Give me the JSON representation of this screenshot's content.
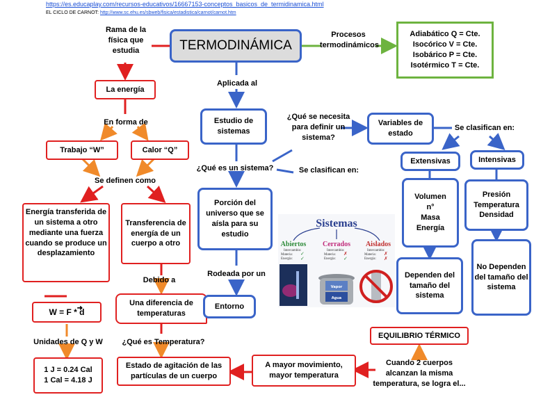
{
  "header": {
    "link1": "https://es.educaplay.com/recursos-educativos/16667153-conceptos_basicos_de_termidinamica.html",
    "link2_prefix": "EL CICLO DE CARNOT:",
    "link2_url": "http://www.sc.ehu.es/sbweb/fisica/estadistica/carnot/carnot.htm"
  },
  "title": "TERMODINÁMICA",
  "rama_label": "Rama de la física que estudia",
  "procesos_label": "Procesos termodinámicos",
  "procesos": [
    "Adiabático Q = Cte.",
    "Isocórico V = Cte.",
    "Isobárico P = Cte.",
    "Isotérmico T = Cte."
  ],
  "la_energia": "La energía",
  "en_forma_de": "En forma de",
  "trabajo": "Trabajo “W”",
  "calor": "Calor “Q”",
  "se_definen_como": "Se definen como",
  "def_trabajo": "Energía transferida de un sistema a otro mediante una fuerza cuando se produce un desplazamiento",
  "def_calor": "Transferencia de energía de un cuerpo a otro",
  "debido_a": "Debido a",
  "formula": "W = F * d",
  "una_diferencia": "Una diferencia de temperaturas",
  "unidades_label": "Unidades de Q y W",
  "unidades": [
    "1 J = 0.24 Cal",
    "1 Cal = 4.18 J"
  ],
  "que_es_temperatura": "¿Qué es Temperatura?",
  "estado_agitacion": "Estado de agitación de las partículas de un cuerpo",
  "mayor_movimiento": "A mayor movimiento, mayor temperatura",
  "cuando_2_cuerpos": "Cuando 2 cuerpos alcanzan la misma temperatura, se logra el...",
  "equilibrio": "EQUILIBRIO TÉRMICO",
  "aplicada_al": "Aplicada al",
  "estudio_sistemas": "Estudio de sistemas",
  "que_es_sistema": "¿Qué es un sistema?",
  "porcion": "Porción del universo que se aísla para su estudio",
  "rodeada_por": "Rodeada por un",
  "entorno": "Entorno",
  "que_se_necesita": "¿Qué se necesita para definir un sistema?",
  "se_clasifican_en_sist": "Se clasifican en:",
  "variables_estado": "Variables de estado",
  "se_clasifican_en_var": "Se clasifican en:",
  "extensivas": "Extensivas",
  "intensivas": "Intensivas",
  "ext_items": [
    "Volumen",
    "n°",
    "Masa",
    "Energía"
  ],
  "int_items": [
    "Presión",
    "Temperatura",
    "Densidad"
  ],
  "dependen": "Dependen del tamaño del sistema",
  "no_dependen": "No Dependen del tamaño del sistema",
  "sistemas_image": {
    "title": "Sistemas",
    "cols": [
      {
        "name": "Abiertos",
        "rows": [
          "Intercambio:",
          "Materia:",
          "Energía:"
        ],
        "marks": [
          "✓",
          "✓"
        ]
      },
      {
        "name": "Cerrados",
        "rows": [
          "Intercambio:",
          "Materia:",
          "Energía:"
        ],
        "marks": [
          "✗",
          "✓"
        ]
      },
      {
        "name": "Aislados",
        "rows": [
          "Intercambio:",
          "Materia:",
          "Energía:"
        ],
        "marks": [
          "✗",
          "✗"
        ]
      }
    ],
    "vapor": "Vapor",
    "agua": "Agua"
  },
  "colors": {
    "red": "#e02020",
    "blue": "#3a64c8",
    "green": "#6db33f",
    "orange": "#f08a2a",
    "gray_title": "#dcdcdc"
  }
}
